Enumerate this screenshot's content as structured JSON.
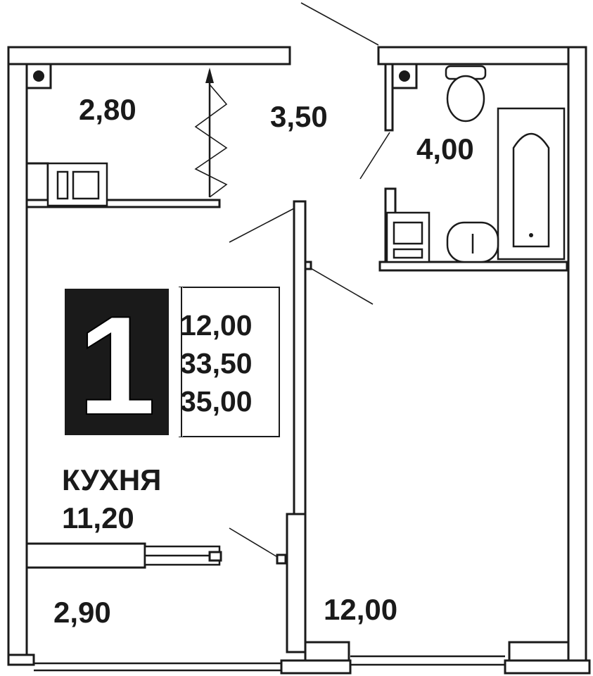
{
  "rooms_count": "1",
  "summary": {
    "living_area": "12,00",
    "total_area": "33,50",
    "total_area_with_balcony": "35,00"
  },
  "rooms": {
    "storage": {
      "area": "2,80"
    },
    "hall": {
      "area": "3,50"
    },
    "bathroom": {
      "area": "4,00"
    },
    "kitchen": {
      "name": "КУХНЯ",
      "area": "11,20"
    },
    "balcony": {
      "area": "2,90"
    },
    "living_room": {
      "area": "12,00"
    }
  },
  "colors": {
    "wall": "#1a1a1a",
    "badge_background": "#1a1a1a",
    "background": "#ffffff"
  }
}
